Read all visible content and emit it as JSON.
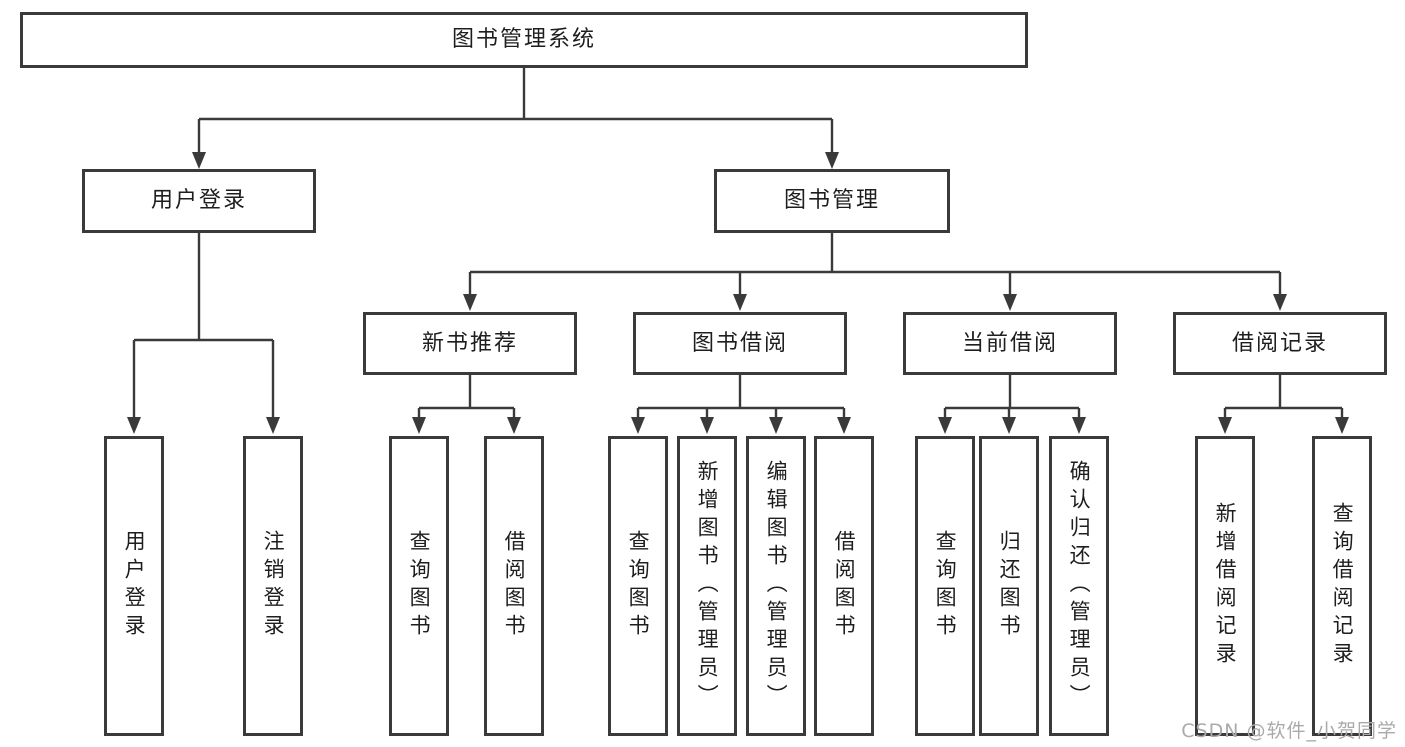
{
  "diagram": {
    "root": {
      "label": "图书管理系统"
    },
    "branches": [
      {
        "label": "用户登录"
      },
      {
        "label": "图书管理"
      }
    ],
    "modules": [
      {
        "label": "新书推荐"
      },
      {
        "label": "图书借阅"
      },
      {
        "label": "当前借阅"
      },
      {
        "label": "借阅记录"
      }
    ],
    "leaves": [
      {
        "label": "用户登录"
      },
      {
        "label": "注销登录"
      },
      {
        "label": "查询图书"
      },
      {
        "label": "借阅图书"
      },
      {
        "label": "查询图书"
      },
      {
        "label": "新增图书（管理员）"
      },
      {
        "label": "编辑图书（管理员）"
      },
      {
        "label": "借阅图书"
      },
      {
        "label": "查询图书"
      },
      {
        "label": "归还图书"
      },
      {
        "label": "确认归还（管理员）"
      },
      {
        "label": "新增借阅记录"
      },
      {
        "label": "查询借阅记录"
      }
    ]
  },
  "watermark": "CSDN @软件_小贺同学",
  "colors": {
    "line": "#3a3a3a",
    "border": "#3a3a3a",
    "background": "#ffffff",
    "text": "#1e1e1e",
    "watermark": "#aaaaab"
  }
}
